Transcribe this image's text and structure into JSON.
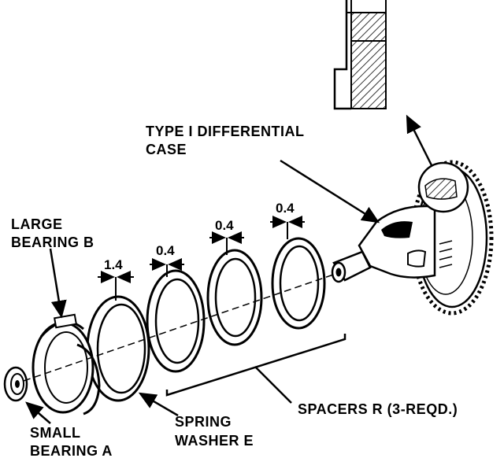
{
  "labels": {
    "case_line1": "TYPE I DIFFERENTIAL",
    "case_line2": "CASE",
    "large_bearing_line1": "LARGE",
    "large_bearing_line2": "BEARING B",
    "small_bearing_line1": "SMALL",
    "small_bearing_line2": "BEARING A",
    "spring_washer_line1": "SPRING",
    "spring_washer_line2": "WASHER E",
    "spacers": "SPACERS R (3-REQD.)"
  },
  "dimensions": {
    "spring_washer": "1.4",
    "spacer_1": "0.4",
    "spacer_2": "0.4",
    "spacer_3": "0.4"
  }
}
